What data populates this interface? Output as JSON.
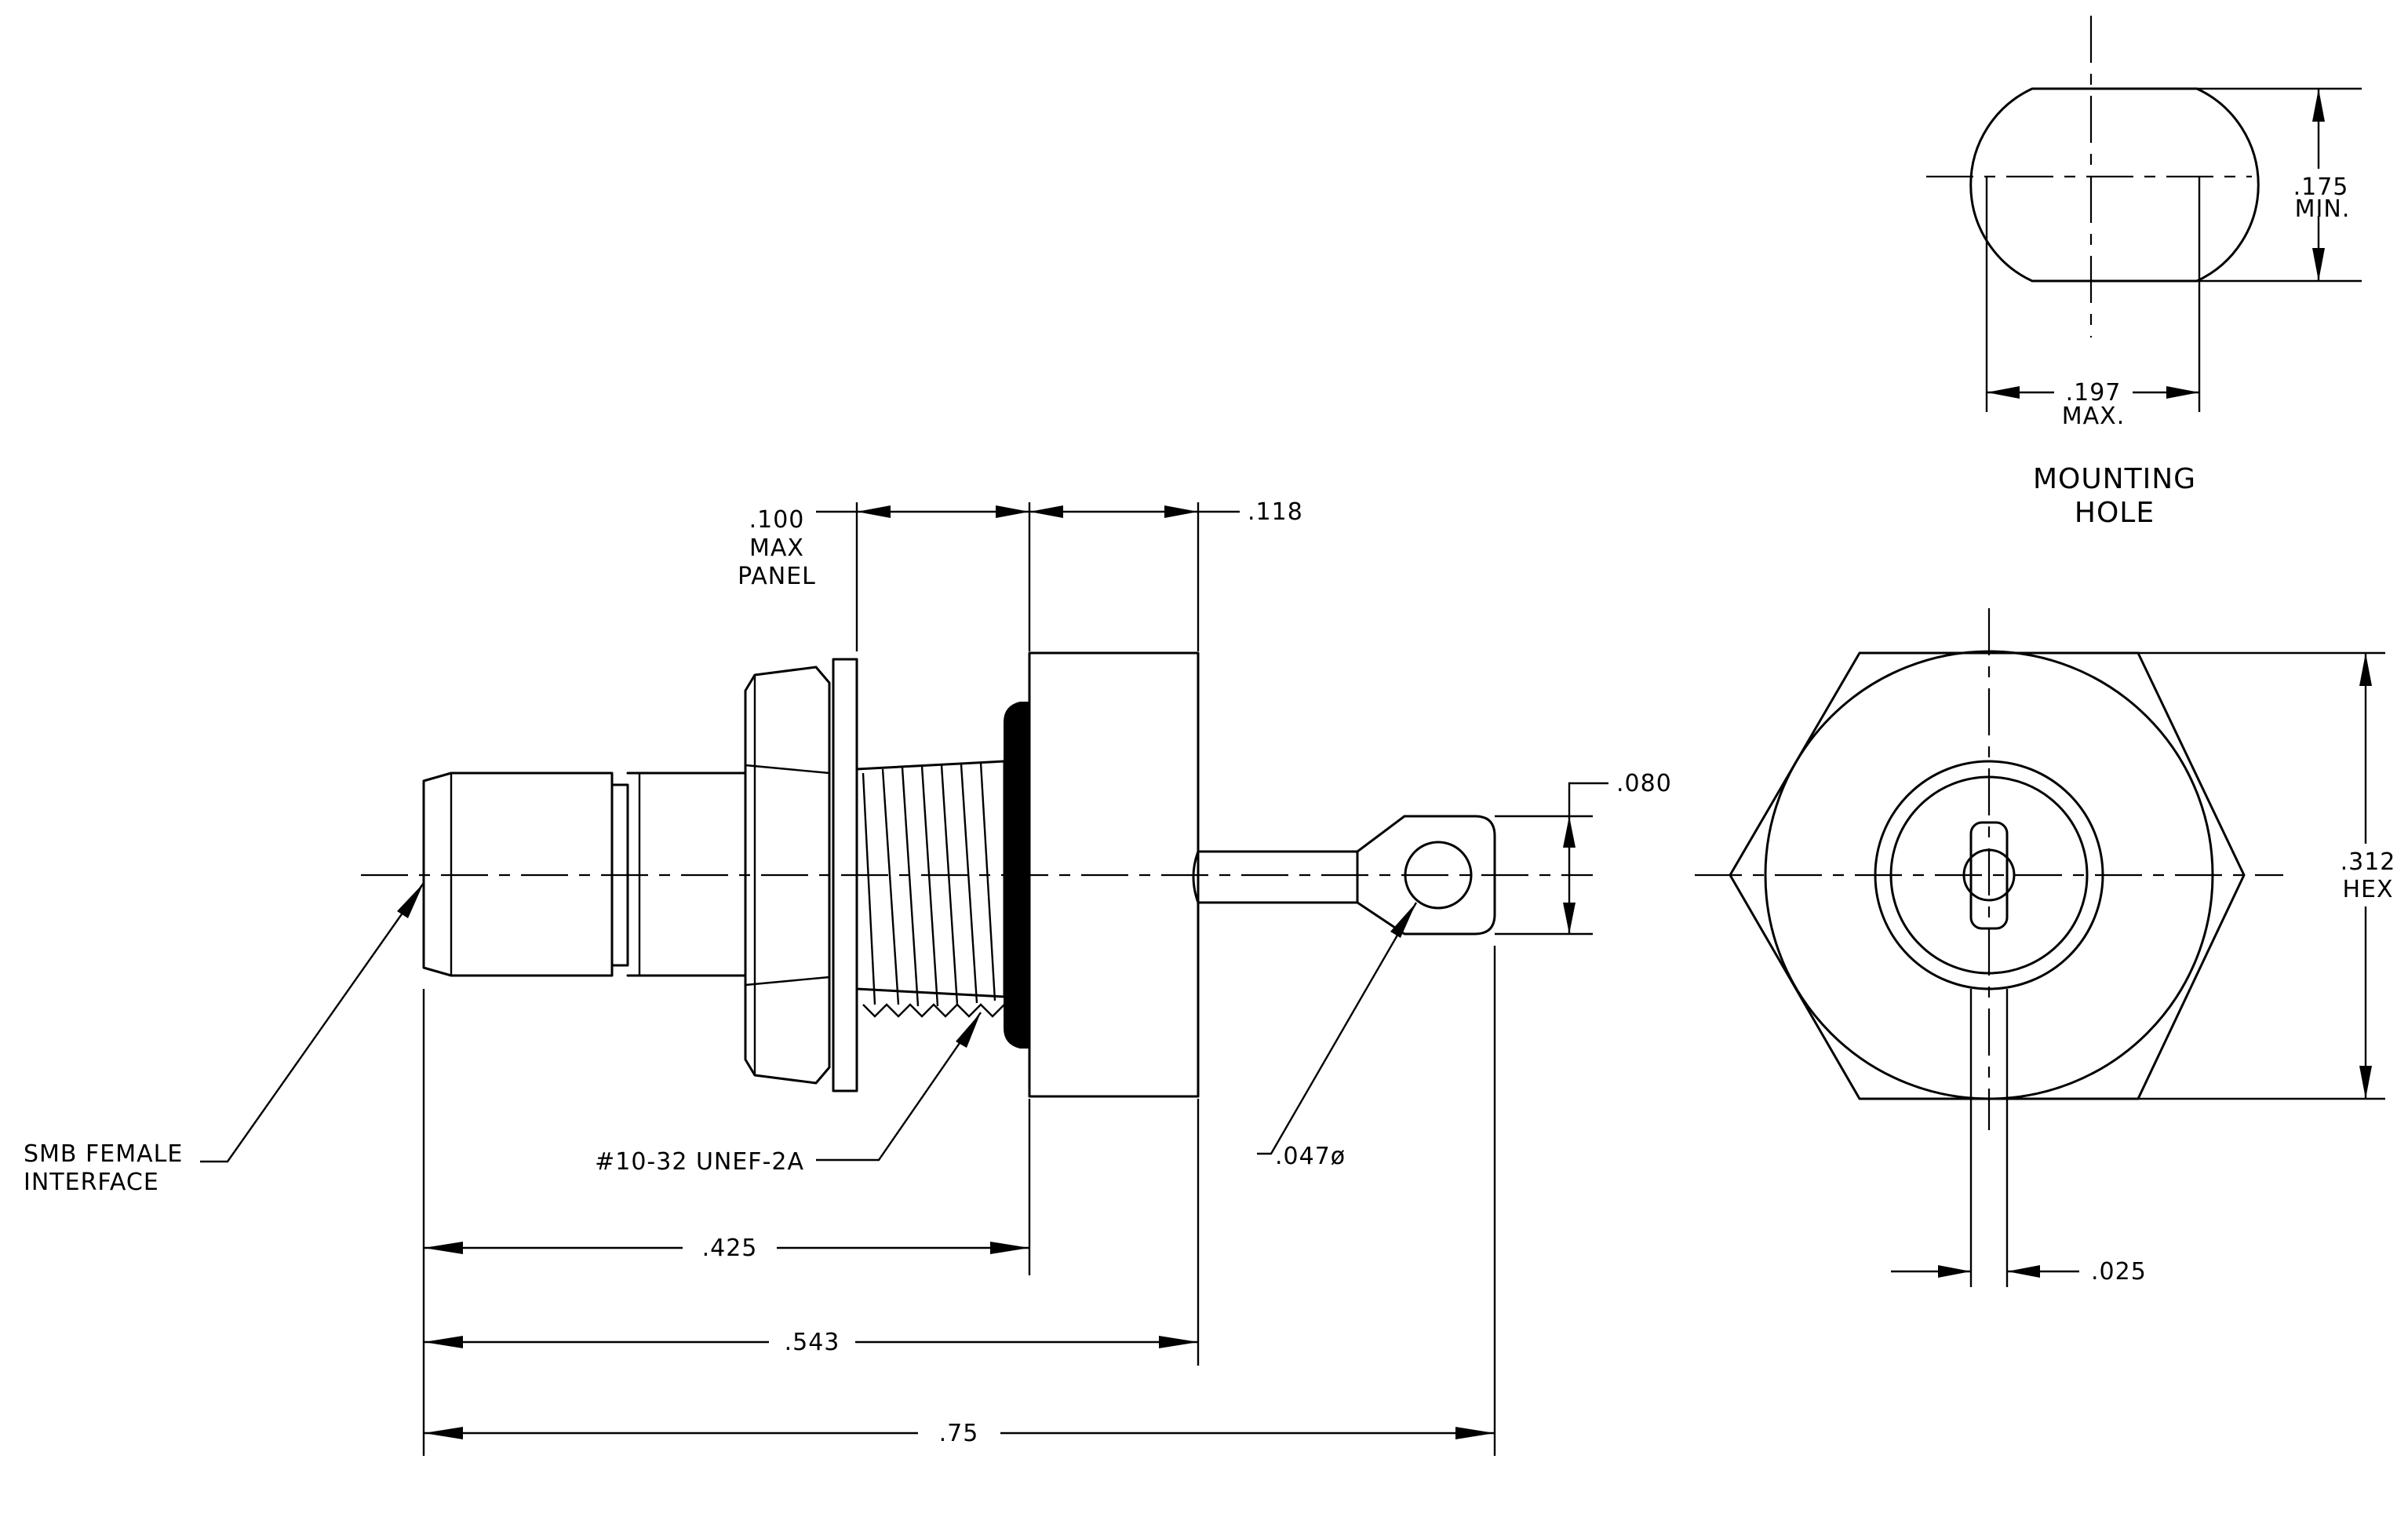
{
  "side_view": {
    "panel_label": [
      ".100",
      "MAX",
      "PANEL"
    ],
    "dim_flange": ".118",
    "dim_tab_width": ".080",
    "dim_hole": ".047ø",
    "thread_label": "#10-32 UNEF-2A",
    "interface_label": [
      "SMB FEMALE",
      "INTERFACE"
    ],
    "dim_425": ".425",
    "dim_543": ".543",
    "dim_75": ".75"
  },
  "mounting_hole": {
    "dim_height": [
      ".175",
      "MIN."
    ],
    "dim_width": [
      ".197",
      "MAX."
    ],
    "title": [
      "MOUNTING",
      "HOLE"
    ]
  },
  "end_view": {
    "dim_hex": [
      ".312",
      "HEX"
    ],
    "dim_pin": ".025"
  }
}
